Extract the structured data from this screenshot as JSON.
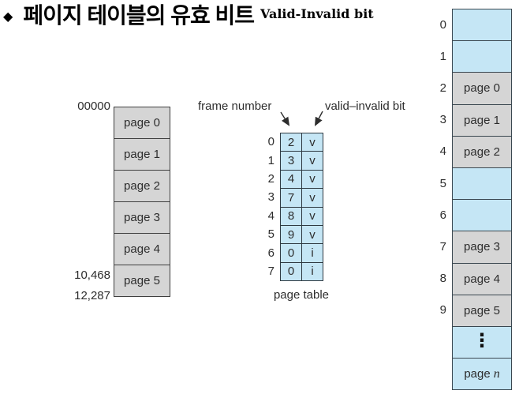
{
  "title": {
    "bullet": "◆",
    "korean": "페이지 테이블의 유효 비트",
    "english": "Valid-Invalid bit"
  },
  "logical_memory": {
    "top_address": "00000",
    "bottom_addresses": [
      "10,468",
      "12,287"
    ],
    "pages": [
      "page 0",
      "page 1",
      "page 2",
      "page 3",
      "page 4",
      "page 5"
    ]
  },
  "page_table": {
    "frame_number_label": "frame number",
    "valid_invalid_label": "valid–invalid bit",
    "caption": "page table",
    "rows": [
      {
        "index": "0",
        "frame": "2",
        "bit": "v"
      },
      {
        "index": "1",
        "frame": "3",
        "bit": "v"
      },
      {
        "index": "2",
        "frame": "4",
        "bit": "v"
      },
      {
        "index": "3",
        "frame": "7",
        "bit": "v"
      },
      {
        "index": "4",
        "frame": "8",
        "bit": "v"
      },
      {
        "index": "5",
        "frame": "9",
        "bit": "v"
      },
      {
        "index": "6",
        "frame": "0",
        "bit": "i"
      },
      {
        "index": "7",
        "frame": "0",
        "bit": "i"
      }
    ]
  },
  "physical_memory": {
    "frames": [
      {
        "index": "0",
        "label": ""
      },
      {
        "index": "1",
        "label": ""
      },
      {
        "index": "2",
        "label": "page 0"
      },
      {
        "index": "3",
        "label": "page 1"
      },
      {
        "index": "4",
        "label": "page 2"
      },
      {
        "index": "5",
        "label": ""
      },
      {
        "index": "6",
        "label": ""
      },
      {
        "index": "7",
        "label": "page 3"
      },
      {
        "index": "8",
        "label": "page 4"
      },
      {
        "index": "9",
        "label": "page 5"
      },
      {
        "index": "",
        "label": "⋮"
      }
    ],
    "page_n": {
      "prefix": "page",
      "var": "n"
    }
  },
  "colors": {
    "cell_blue": "#c5e6f5",
    "cell_gray": "#d5d5d5",
    "border": "#3f3f3f",
    "text": "#2d2d2d",
    "title": "#000000"
  }
}
